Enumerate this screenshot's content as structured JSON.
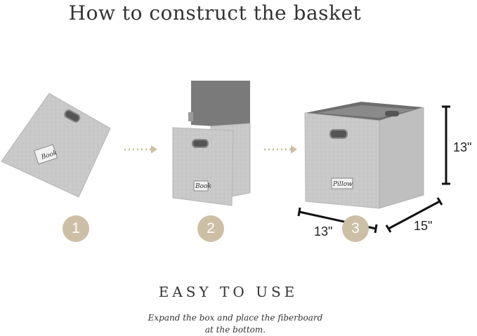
{
  "title": "How to construct the basket",
  "steps": [
    "1",
    "2",
    "3"
  ],
  "labels": {
    "box1": "Book",
    "box2": "Book",
    "box3": "Pillow"
  },
  "dimensions": {
    "height": "13\"",
    "width": "13\"",
    "depth": "15\""
  },
  "heading": "EASY TO USE",
  "description": {
    "line1": "Expand the box and place the fiberboard",
    "line2": "at the bottom."
  },
  "colors": {
    "felt": "#c9c9c9",
    "liner": "#777777",
    "badge": "#cdbfa6",
    "arrow": "#cdbfa6"
  }
}
